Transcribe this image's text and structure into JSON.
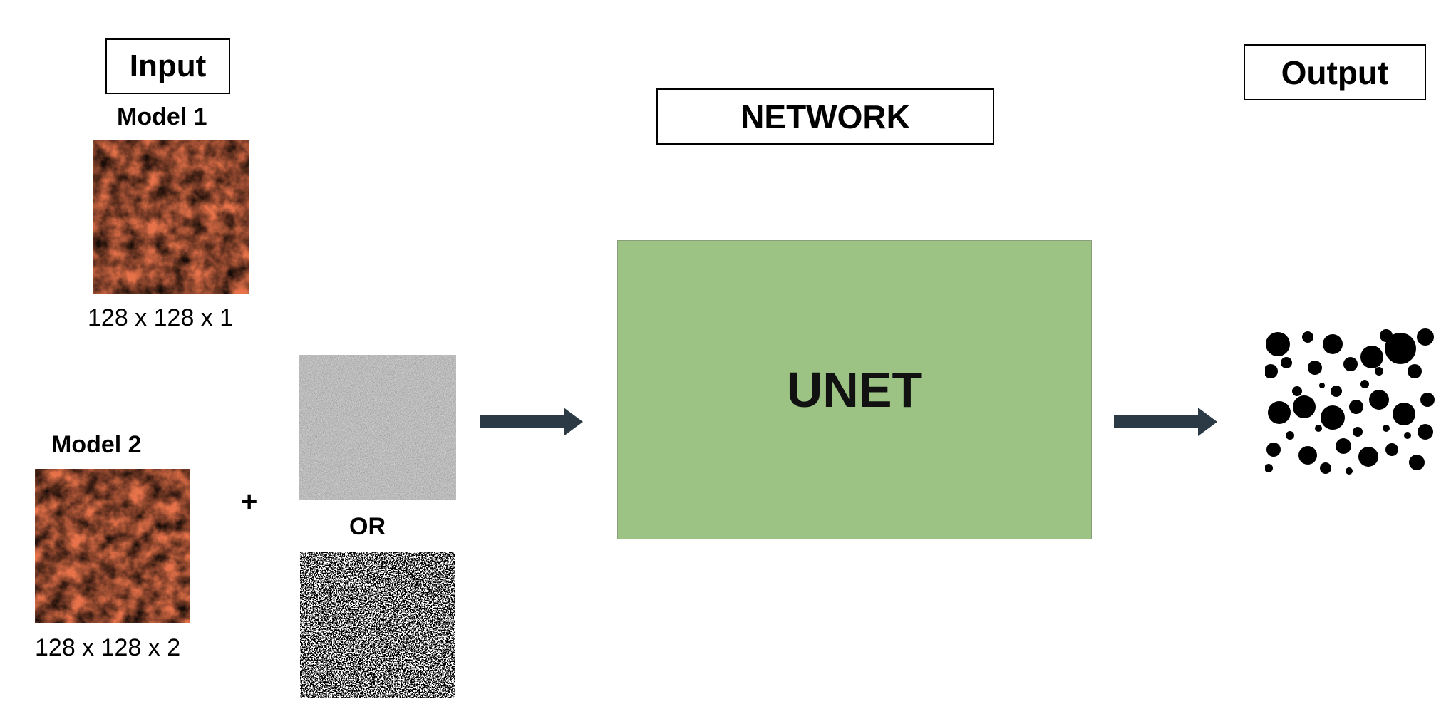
{
  "input": {
    "title": "Input"
  },
  "model1": {
    "label": "Model 1",
    "dims": "128 x 128 x 1"
  },
  "model2": {
    "label": "Model 2",
    "dims": "128 x 128 x 2"
  },
  "plus_sign": "+",
  "or_label": "OR",
  "network": {
    "title": "NETWORK",
    "block_label": "UNET",
    "block_color": "#9dc384"
  },
  "output": {
    "title": "Output"
  },
  "colors": {
    "arrow": "#2b3a44",
    "heatmap_base": "#e8734a",
    "heatmap_light": "#f6e39a"
  }
}
